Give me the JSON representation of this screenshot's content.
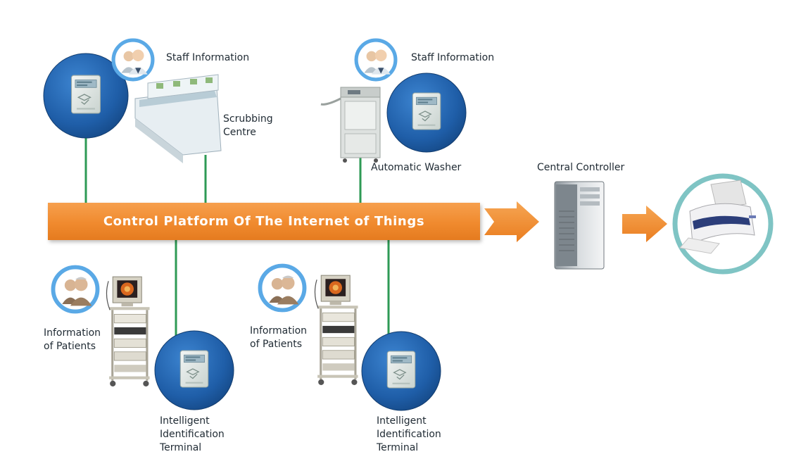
{
  "platform": {
    "title": "Control Platform Of The Internet of Things"
  },
  "labels": {
    "staff_info_left": "Staff Information",
    "staff_info_right": "Staff Information",
    "scrubbing_line1": "Scrubbing",
    "scrubbing_line2": "Centre",
    "automatic_washer": "Automatic Washer",
    "central_controller": "Central Controller",
    "patients_left_line1": "Information",
    "patients_left_line2": "of Patients",
    "patients_right_line1": "Information",
    "patients_right_line2": "of Patients",
    "terminal_left_line1": "Intelligent",
    "terminal_left_line2": "Identification",
    "terminal_left_line3": "Terminal",
    "terminal_right_line1": "Intelligent",
    "terminal_right_line2": "Identification",
    "terminal_right_line3": "Terminal"
  },
  "colors": {
    "connector": "#2e9a55",
    "platform": "#f08a2e",
    "arrow": "#f08a2e",
    "terminal_circle": "#1f5ea8",
    "printer_ring": "#7fc4c4",
    "avatar_ring": "#5aa9e6"
  }
}
